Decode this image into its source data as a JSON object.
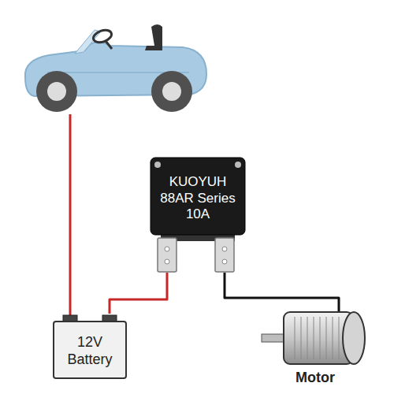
{
  "diagram": {
    "nodes": [
      {
        "text": [
          "KUOYUH 88AR Series 10A"
        ]
      },
      {
        "text": [
          "12V Battery"
        ]
      },
      {
        "text": [
          "Motor"
        ]
      }
    ],
    "edges": [
      {
        "from": 1,
        "to": 0,
        "arrow": "none"
      },
      {
        "from": 0,
        "to": 2,
        "arrow": "none"
      }
    ]
  }
}
